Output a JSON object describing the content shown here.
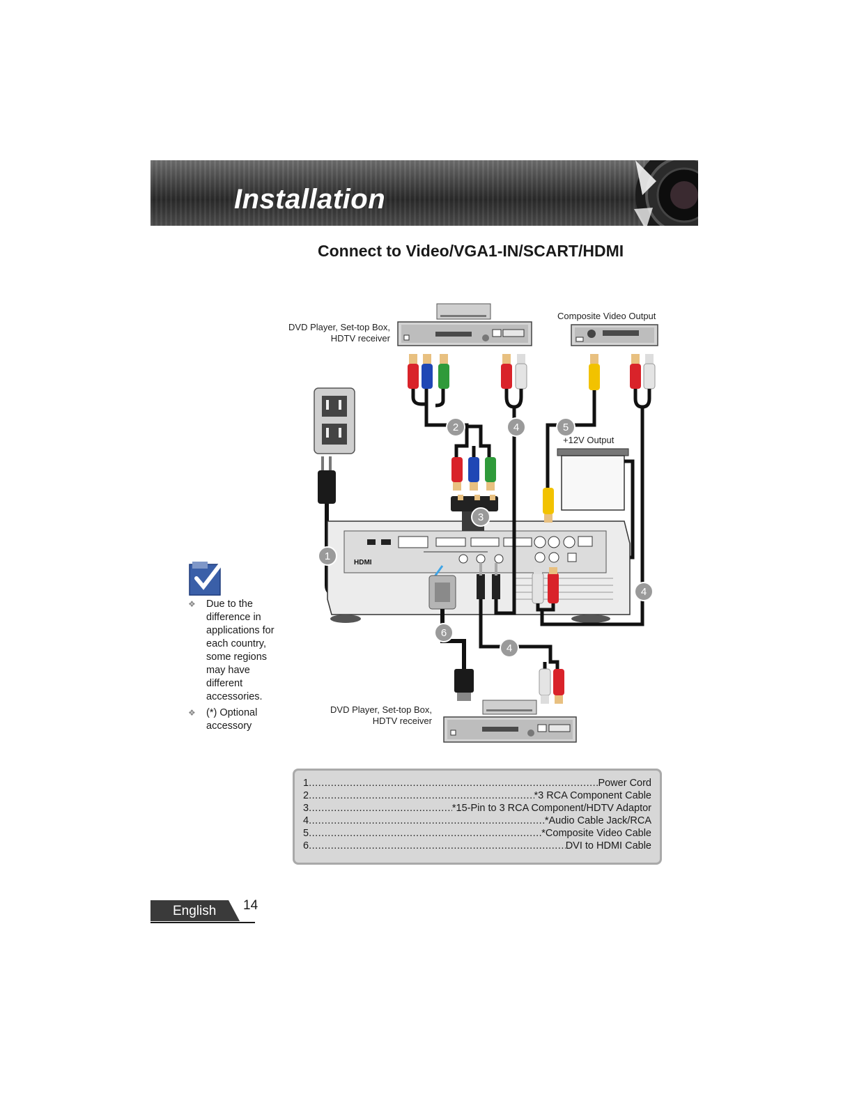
{
  "header": {
    "title": "Installation"
  },
  "section_title": "Connect to Video/VGA1-IN/SCART/HDMI",
  "diagram": {
    "top_device_label_line1": "DVD Player, Set-top Box,",
    "top_device_label_line2": "HDTV receiver",
    "composite_label": "Composite Video Output",
    "screen_label": "+12V Output",
    "bottom_device_label_line1": "DVD Player, Set-top Box,",
    "bottom_device_label_line2": "HDTV receiver",
    "callouts": [
      "1",
      "2",
      "3",
      "4",
      "5",
      "4",
      "4",
      "6"
    ],
    "panel_brand": "HDMI"
  },
  "note": {
    "items": [
      {
        "text": "Due to the difference in applications for each country, some regions may have different accessories."
      },
      {
        "text": "(*) Optional accessory"
      }
    ]
  },
  "legend": [
    {
      "num": "1",
      "text": "Power Cord"
    },
    {
      "num": "2",
      "text": "*3 RCA Component Cable"
    },
    {
      "num": "3",
      "text": "*15-Pin to 3 RCA Component/HDTV Adaptor"
    },
    {
      "num": "4",
      "text": "*Audio Cable Jack/RCA"
    },
    {
      "num": "5",
      "text": "*Composite Video Cable"
    },
    {
      "num": "6",
      "text": "DVI to HDMI Cable"
    }
  ],
  "footer": {
    "language": "English",
    "page": "14"
  },
  "colors": {
    "header_dark": "#2a2a2a",
    "legend_bg": "#d7d7d7",
    "rca_red": "#d9232a",
    "rca_green": "#2f9a3a",
    "rca_blue": "#1f47b5",
    "rca_yellow": "#f2c200",
    "rca_white": "#e4e4e4",
    "callout_bg": "#9a9a9a"
  }
}
